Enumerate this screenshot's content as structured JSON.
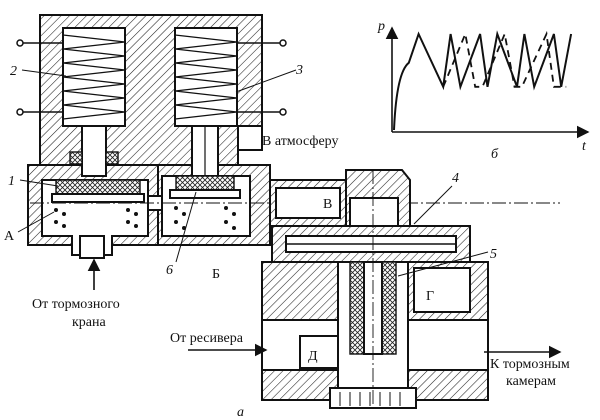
{
  "numbers": {
    "n1": "1",
    "n2": "2",
    "n3": "3",
    "n4": "4",
    "n5": "5",
    "n6": "6"
  },
  "letters": {
    "A": "А",
    "B": "Б",
    "V": "В",
    "G": "Г",
    "D": "Д"
  },
  "annotations": {
    "to_atmosphere": "В атмосферу",
    "from_brake_valve_line1": "От тормозного",
    "from_brake_valve_line2": "крана",
    "from_receiver": "От ресивера",
    "to_brake_chambers_line1": "К тормозным",
    "to_brake_chambers_line2": "камерам"
  },
  "subfigures": {
    "a": "а",
    "b": "б"
  },
  "chart_data": {
    "type": "line",
    "xlabel": "t",
    "ylabel": "p",
    "series": [
      {
        "style": "solid",
        "x": [
          0,
          0.6,
          1.0,
          2.0,
          2.3,
          2.7,
          3.5,
          3.8,
          4.2,
          5.0,
          5.3,
          5.7,
          6.5,
          6.8,
          7.2
        ],
        "y": [
          0,
          0.7,
          1.0,
          0.45,
          1.0,
          0.45,
          1.0,
          0.45,
          1.0,
          0.45,
          1.0,
          0.45,
          1.0,
          0.45,
          1.0
        ]
      },
      {
        "style": "dashed",
        "x": [
          2.0,
          2.9,
          3.3,
          3.6,
          4.5,
          4.9,
          5.2,
          6.2,
          6.5,
          7.0
        ],
        "y": [
          0.45,
          1.0,
          0.45,
          0.45,
          1.0,
          0.45,
          0.45,
          1.0,
          0.45,
          0.45
        ]
      }
    ]
  }
}
